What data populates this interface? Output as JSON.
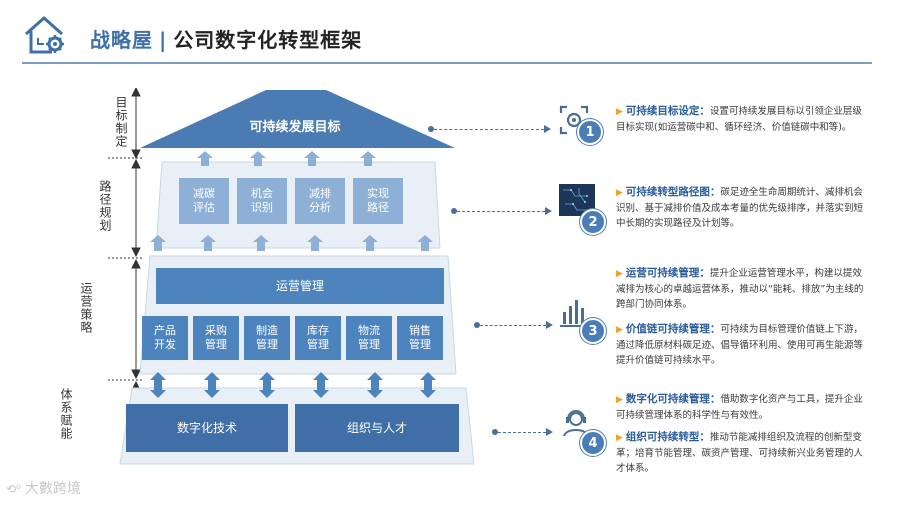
{
  "header": {
    "brand": "战略屋",
    "separator": "|",
    "title": "公司数字化转型框架"
  },
  "axis_labels": [
    "目标制定",
    "路径规划",
    "运营策略",
    "体系赋能"
  ],
  "house": {
    "roof": "可持续发展目标",
    "path_cells": [
      "减碳\n评估",
      "机会\n识别",
      "减排\n分析",
      "实现\n路径"
    ],
    "ops_bar": "运营管理",
    "ops_cells": [
      "产品\n开发",
      "采购\n管理",
      "制造\n管理",
      "库存\n管理",
      "物流\n管理",
      "销售\n管理"
    ],
    "foundation": [
      "数字化技术",
      "组织与人才"
    ]
  },
  "items": [
    {
      "number": "1",
      "icon": "target-gear-icon",
      "entries": [
        {
          "heading": "可持续目标设定：",
          "text": "设置可持续发展目标以引领企业层级目标实现(如运营碳中和、循环经济、价值链碳中和等)。"
        }
      ]
    },
    {
      "number": "2",
      "icon": "circuit-map-icon",
      "entries": [
        {
          "heading": "可持续转型路径图：",
          "text": "碳足迹全生命周期统计、减排机会识别、基于减排价值及成本考量的优先级排序，并落实到短中长期的实现路径及计划等。"
        }
      ]
    },
    {
      "number": "3",
      "icon": "bar-chart-icon",
      "entries": [
        {
          "heading": "运营可持续管理：",
          "text": "提升企业运营管理水平，构建以提效减排为核心的卓越运营体系，推动以“能耗、排放”为主线的跨部门协同体系。"
        },
        {
          "heading": "价值链可持续管理：",
          "text": "可持续为目标管理价值链上下游，通过降低原材料碳足迹、倡导循环利用、使用可再生能源等提升价值链可持续水平。"
        }
      ]
    },
    {
      "number": "4",
      "icon": "person-headset-icon",
      "entries": [
        {
          "heading": "数字化可持续管理：",
          "text": "借助数字化资产与工具，提升企业可持续管理体系的科学性与有效性。"
        },
        {
          "heading": "组织可持续转型：",
          "text": "推动节能减排组织及流程的创新型变革；培育节能管理、碳资产管理、可持续新兴业务管理的人才体系。"
        }
      ]
    }
  ],
  "watermark": "大數跨境",
  "colors": {
    "roof": "#4a7bb3",
    "light_cell": "#8fb0d6",
    "dark_cell": "#3f6fa6",
    "heading": "#2a5c9a",
    "bullet": "#f0a030"
  }
}
